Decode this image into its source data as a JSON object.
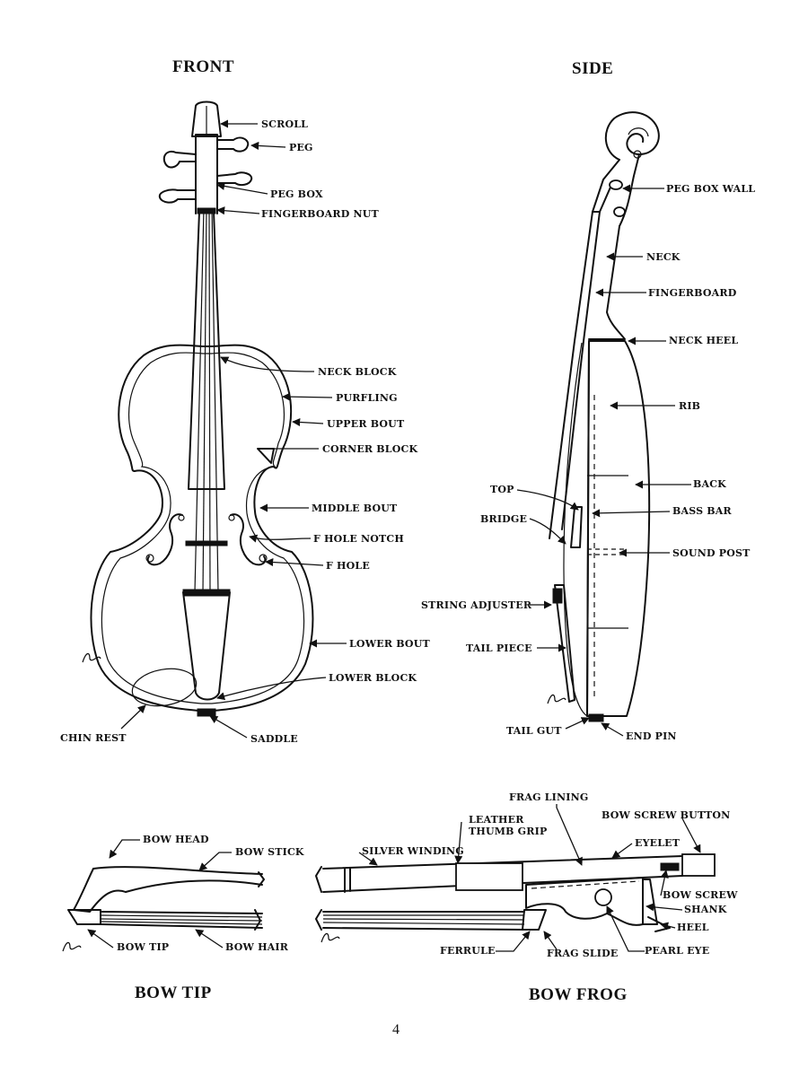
{
  "headings": {
    "front": "FRONT",
    "side": "SIDE",
    "bow_tip": "BOW TIP",
    "bow_frog": "BOW FROG"
  },
  "page_number": "4",
  "front_labels": {
    "scroll": "SCROLL",
    "peg": "PEG",
    "peg_box": "PEG BOX",
    "fingerboard_nut": "FINGERBOARD NUT",
    "neck_block": "NECK BLOCK",
    "purfling": "PURFLING",
    "upper_bout": "UPPER BOUT",
    "corner_block": "CORNER BLOCK",
    "middle_bout": "MIDDLE BOUT",
    "f_hole_notch": "F HOLE NOTCH",
    "f_hole": "F HOLE",
    "lower_bout": "LOWER BOUT",
    "lower_block": "LOWER BLOCK",
    "chin_rest": "CHIN REST",
    "saddle": "SADDLE"
  },
  "side_labels": {
    "peg_box_wall": "PEG BOX WALL",
    "neck": "NECK",
    "fingerboard": "FINGERBOARD",
    "neck_heel": "NECK HEEL",
    "rib": "RIB",
    "back": "BACK",
    "top": "TOP",
    "bass_bar": "BASS BAR",
    "bridge": "BRIDGE",
    "sound_post": "SOUND POST",
    "string_adjuster": "STRING ADJUSTER",
    "tail_piece": "TAIL PIECE",
    "tail_gut": "TAIL GUT",
    "end_pin": "END PIN"
  },
  "bow_labels": {
    "bow_head": "BOW HEAD",
    "bow_stick": "BOW STICK",
    "bow_tip": "BOW TIP",
    "bow_hair": "BOW HAIR",
    "frag_lining": "FRAG LINING",
    "leather": "LEATHER",
    "thumb_grip": "THUMB GRIP",
    "bow_screw_button": "BOW SCREW BUTTON",
    "silver_winding": "SILVER WINDING",
    "eyelet": "EYELET",
    "bow_screw": "BOW SCREW",
    "shank": "SHANK",
    "heel": "HEEL",
    "ferrule": "FERRULE",
    "frag_slide": "FRAG SLIDE",
    "pearl_eye": "PEARL EYE"
  }
}
